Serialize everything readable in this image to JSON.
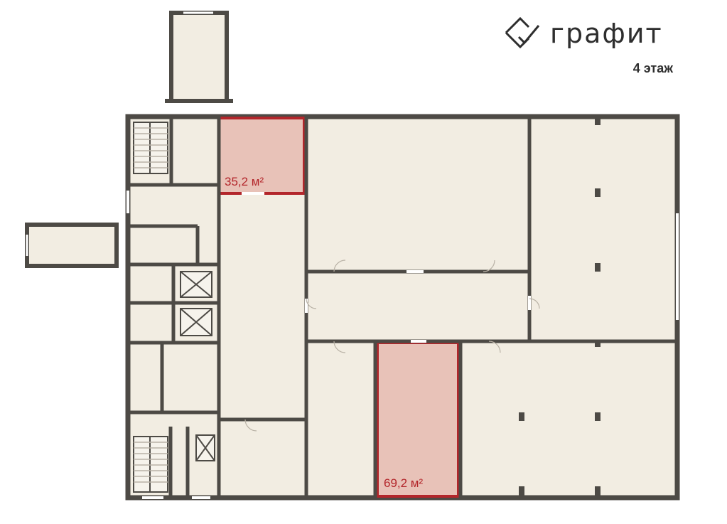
{
  "brand": {
    "name": "графит",
    "logo_icon": "diamond-check-icon"
  },
  "floor": "4 этаж",
  "colors": {
    "wall": "#4d4a45",
    "floor_fill": "#f2ede2",
    "highlight_fill": "#e8c2b8",
    "highlight_stroke": "#b3262b",
    "label": "#b3262b"
  },
  "highlighted_spaces": [
    {
      "area": "35,2 м²"
    },
    {
      "area": "69,2 м²"
    }
  ]
}
